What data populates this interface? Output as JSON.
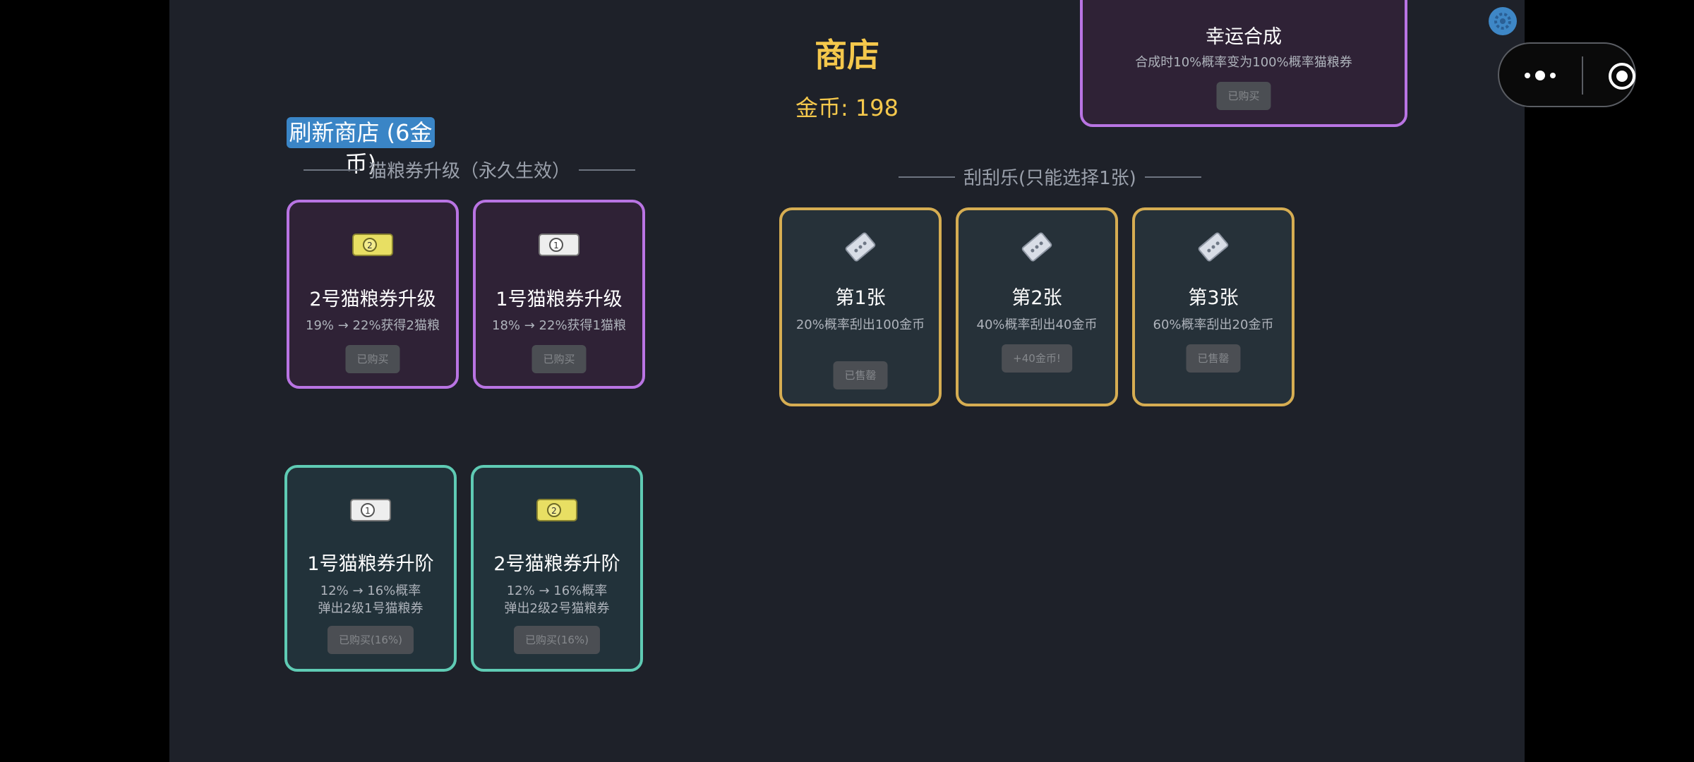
{
  "page": {
    "title": "商店",
    "coins": "金币: 198",
    "refresh_label": "刷新商店 (6金币)"
  },
  "sections": {
    "upgrade_title": "猫粮券升级（永久生效）",
    "scratch_title": "刮刮乐(只能选择1张)"
  },
  "lucky_card": {
    "name": "幸运合成",
    "desc": "合成时10%概率变为100%概率猫粮券",
    "button": "已购买"
  },
  "upgrade_cards": [
    {
      "name": "2号猫粮券升级",
      "desc": "19% → 22%获得2猫粮",
      "button": "已购买",
      "icon": "ticket-2-icon"
    },
    {
      "name": "1号猫粮券升级",
      "desc": "18% → 22%获得1猫粮",
      "button": "已购买",
      "icon": "ticket-1-icon"
    }
  ],
  "scratch_cards": [
    {
      "name": "第1张",
      "desc": "20%概率刮出100金币",
      "button": "已售罄",
      "icon": "scratch-ticket-icon"
    },
    {
      "name": "第2张",
      "desc": "40%概率刮出40金币",
      "button": "+40金币!",
      "icon": "scratch-ticket-icon"
    },
    {
      "name": "第3张",
      "desc": "60%概率刮出20金币",
      "button": "已售罄",
      "icon": "scratch-ticket-icon"
    }
  ],
  "advance_cards": [
    {
      "name": "1号猫粮券升阶",
      "desc_line1": "12% → 16%概率",
      "desc_line2": "弹出2级1号猫粮券",
      "button": "已购买(16%)",
      "icon": "ticket-1-icon"
    },
    {
      "name": "2号猫粮券升阶",
      "desc_line1": "12% → 16%概率",
      "desc_line2": "弹出2级2号猫粮券",
      "button": "已购买(16%)",
      "icon": "ticket-2-icon"
    }
  ],
  "colors": {
    "accent_gold": "#f5c84c",
    "purple_border": "#b974e3",
    "gold_border": "#d6ad52",
    "teal_border": "#5fcbb4",
    "refresh_bg": "#3a85c6"
  }
}
